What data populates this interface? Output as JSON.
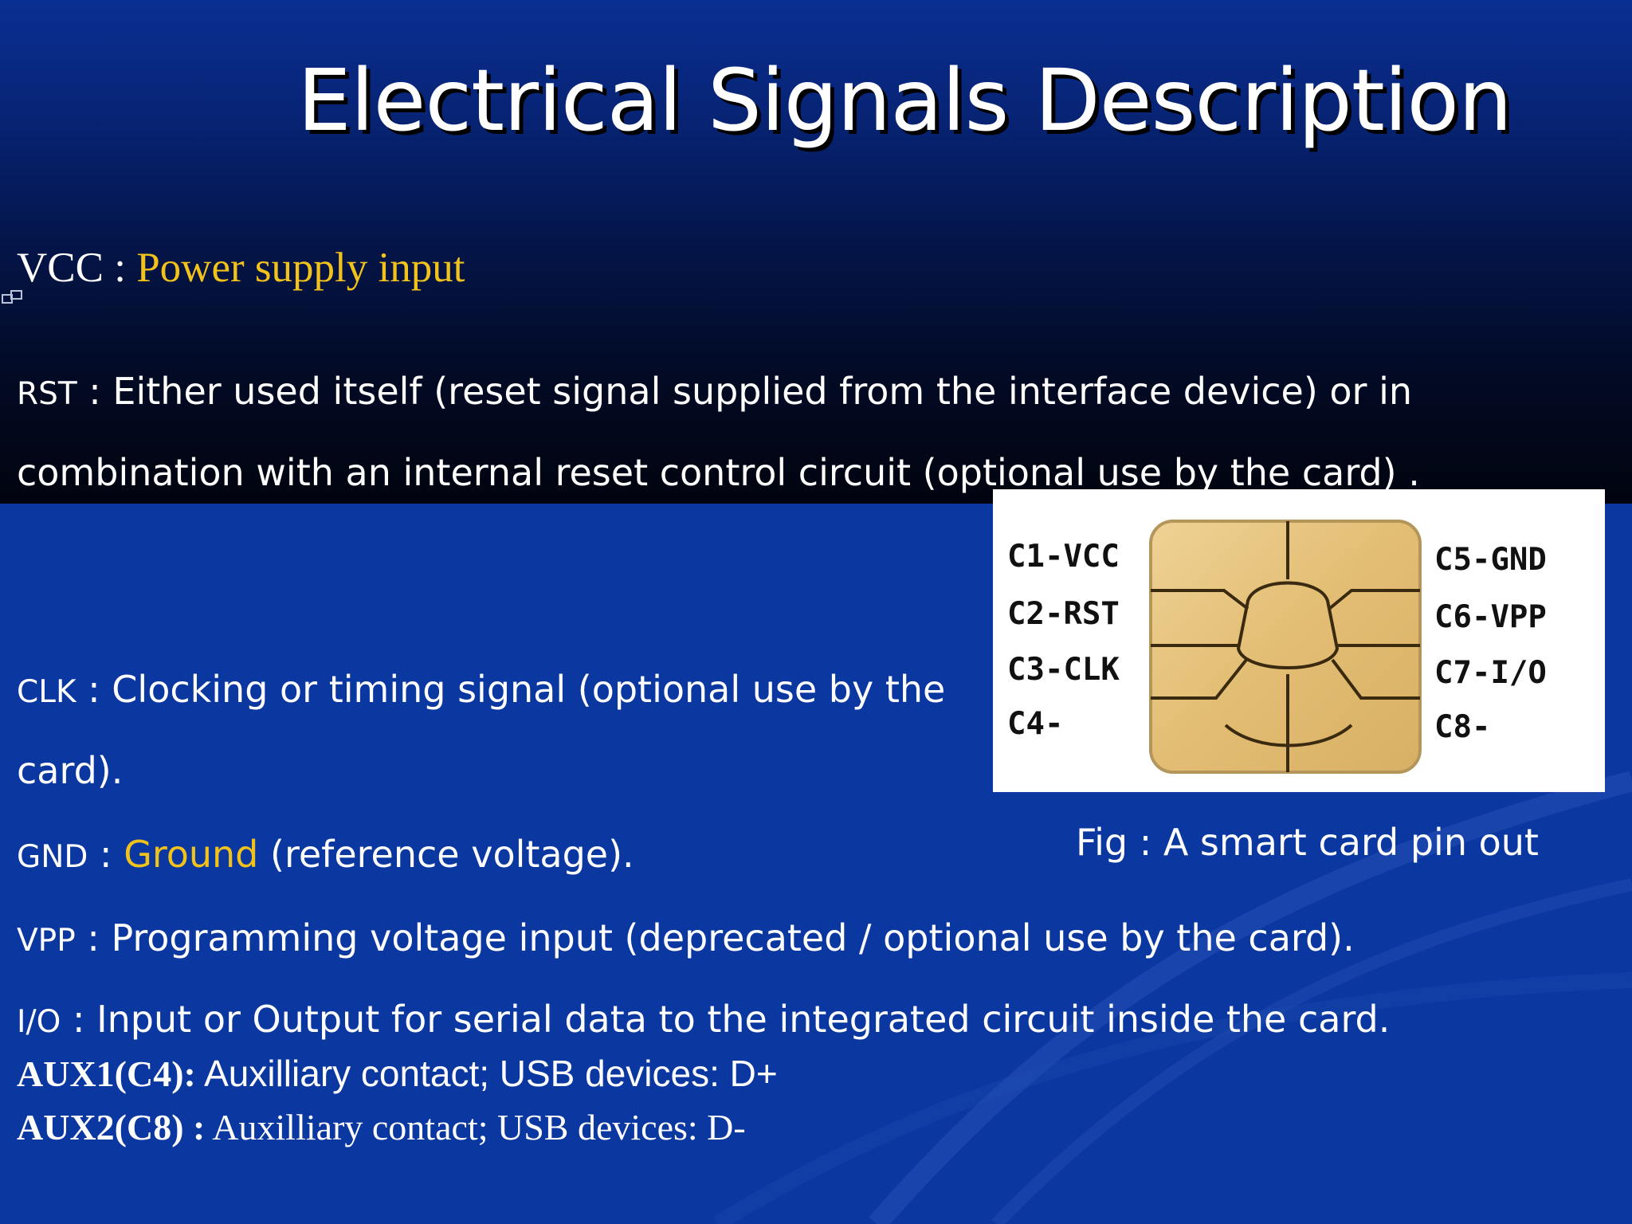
{
  "title": "Electrical Signals Description",
  "colors": {
    "background": "#0a37a0",
    "highlight": "#f2c21c",
    "text": "#ffffff"
  },
  "bullet_icon": "bullet-icon",
  "lines": {
    "vcc": {
      "label": "VCC : ",
      "desc": "Power supply input"
    },
    "rst": {
      "label": "RST",
      "line1": " : Either used itself (reset signal supplied from the interface device) or in",
      "line2": "combination with an internal reset control circuit  (optional use by the card) ."
    },
    "clk": {
      "label": "CLK",
      "line1": " : Clocking or timing signal (optional use by the",
      "line2": "card)."
    },
    "gnd": {
      "label": "GND",
      "sep": " : ",
      "highlight": "Ground",
      "rest": " (reference voltage)."
    },
    "vpp": {
      "label": "VPP",
      "rest": " : Programming voltage input (deprecated / optional use by the card)."
    },
    "io": {
      "label": "I/O",
      "rest": " : Input or Output for serial data to the integrated circuit inside the card."
    },
    "aux1": {
      "label": "AUX1(C4):",
      "rest": " Auxilliary contact; USB devices: D+"
    },
    "aux2": {
      "label": "AUX2(C8) :",
      "rest": " Auxilliary contact; USB devices: D-"
    }
  },
  "figure": {
    "pins_left": [
      "C1-VCC",
      "C2-RST",
      "C3-CLK",
      "C4-"
    ],
    "pins_right": [
      "C5-GND",
      "C6-VPP",
      "C7-I/O",
      "C8-"
    ],
    "chip_color": "#e3c07a",
    "caption": "Fig : A smart card pin out"
  }
}
